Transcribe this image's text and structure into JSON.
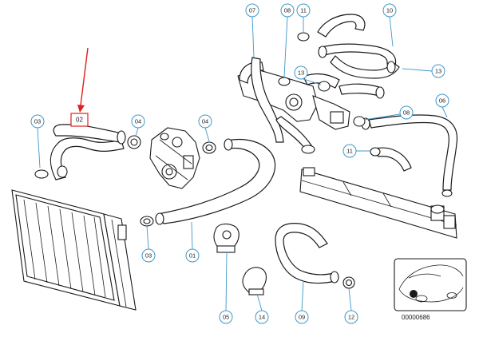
{
  "diagram": {
    "callouts": [
      "07",
      "08",
      "11",
      "10",
      "13",
      "13",
      "03",
      "02",
      "04",
      "04",
      "06",
      "08",
      "11",
      "01",
      "03",
      "05",
      "14",
      "09",
      "12"
    ],
    "highlighted_label": "02",
    "reference_number": "00000686",
    "colors": {
      "callout_stroke": "#3f98c6",
      "highlight": "#e02020",
      "linework": "#1a1a1a"
    }
  }
}
